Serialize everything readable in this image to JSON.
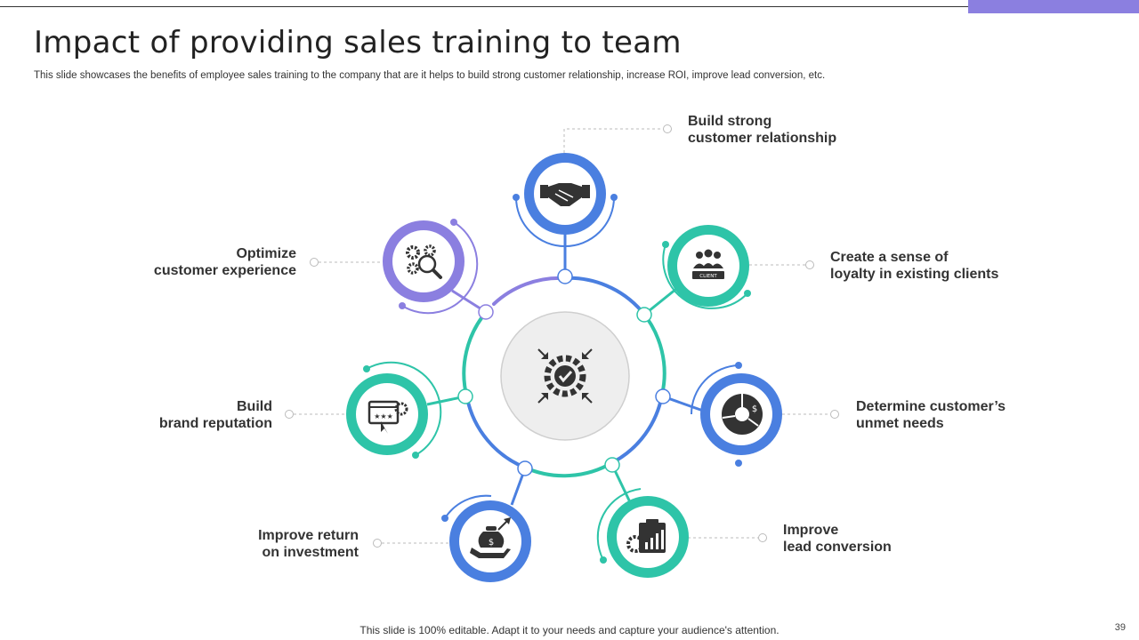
{
  "slide": {
    "title": "Impact of providing sales training to team",
    "subtitle": "This slide showcases the benefits of employee sales training to the company that are it helps to build strong customer relationship, increase ROI, improve lead conversion, etc.",
    "footer": "This slide is 100% editable. Adapt it to your needs and capture your audience's attention.",
    "page_number": "39"
  },
  "colors": {
    "blue": "#4a7fe0",
    "teal": "#2ec4a8",
    "purple": "#8b7fe0",
    "icon": "#333333",
    "center_fill": "#eeeeee"
  },
  "center": {
    "icon": "gear-with-inward-arrows-icon"
  },
  "items": [
    {
      "id": "relationship",
      "label": "Build strong\ncustomer relationship",
      "icon": "handshake-icon",
      "color": "blue"
    },
    {
      "id": "loyalty",
      "label": "Create a sense of\nloyalty in existing clients",
      "icon": "client-group-icon",
      "color": "teal"
    },
    {
      "id": "needs",
      "label": "Determine customer’s\nunmet needs",
      "icon": "needs-wheel-icon",
      "color": "blue"
    },
    {
      "id": "lead",
      "label": "Improve\nlead conversion",
      "icon": "chart-clipboard-icon",
      "color": "teal"
    },
    {
      "id": "roi",
      "label": "Improve return\non investment",
      "icon": "money-bag-hand-icon",
      "color": "blue"
    },
    {
      "id": "brand",
      "label": "Build\nbrand reputation",
      "icon": "rating-browser-icon",
      "color": "teal"
    },
    {
      "id": "experience",
      "label": "Optimize\ncustomer experience",
      "icon": "gear-magnifier-icon",
      "color": "purple"
    }
  ]
}
